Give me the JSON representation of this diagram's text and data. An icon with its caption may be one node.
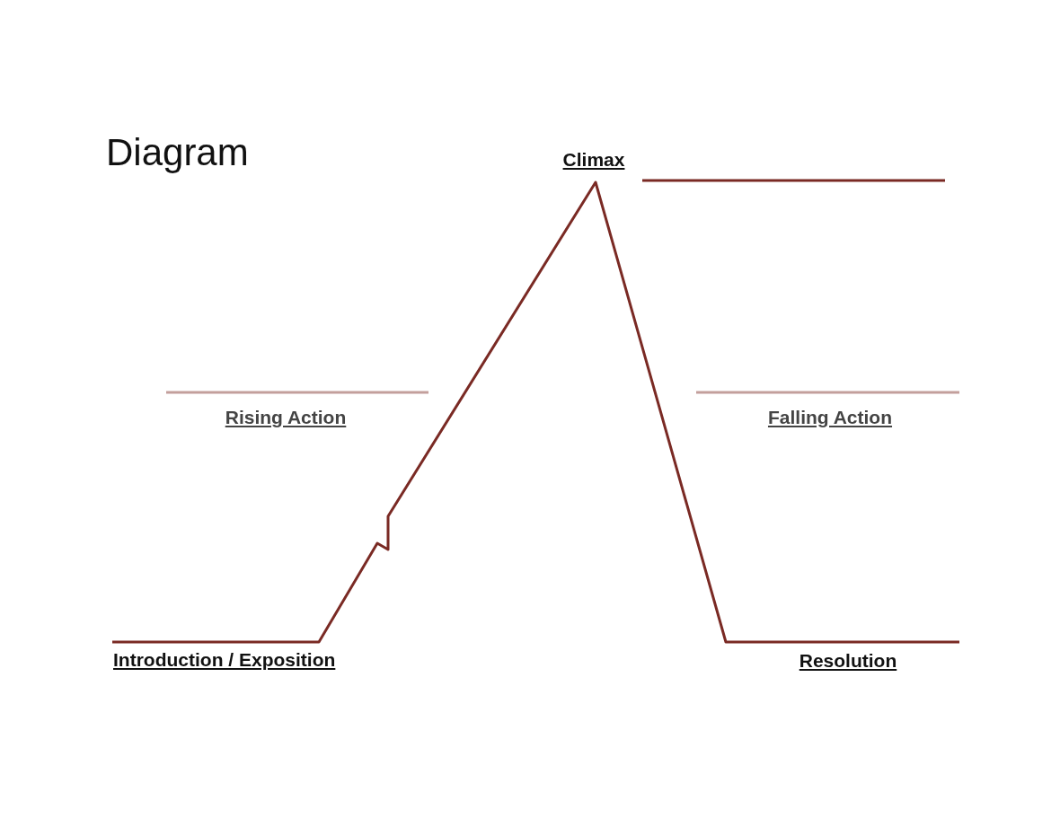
{
  "diagram": {
    "title": "Diagram",
    "labels": [
      "Climax",
      "Rising Action",
      "Falling Action",
      "Introduction / Exposition",
      "Resolution"
    ]
  }
}
